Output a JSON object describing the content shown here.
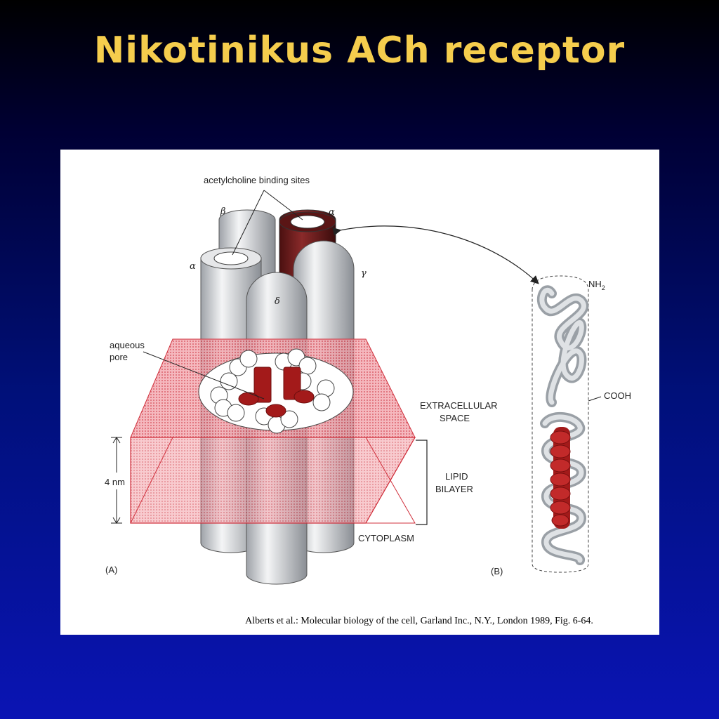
{
  "slide": {
    "title": "Nikotinikus ACh receptor"
  },
  "figure": {
    "colors": {
      "dark_red": "#a31a1a",
      "pink": "#e0404a",
      "brown": "#6b1e1e",
      "grey": "#cfd2d6"
    },
    "panel_a": {
      "label": "(A)",
      "binding_sites": "acetylcholine binding sites",
      "pore": [
        "aqueous",
        "pore"
      ],
      "subunits": {
        "beta": "β",
        "alpha_back": "α",
        "alpha_front": "α",
        "gamma": "γ",
        "delta": "δ"
      },
      "extracellular": [
        "EXTRACELLULAR",
        "SPACE"
      ],
      "lipid": [
        "LIPID",
        "BILAYER"
      ],
      "cytoplasm": "CYTOPLASM",
      "thickness": "4 nm"
    },
    "panel_b": {
      "label": "(B)",
      "nh2": "NH",
      "nh2_sub": "2",
      "cooh": "COOH"
    },
    "caption": "Alberts et al.: Molecular biology of the cell, Garland Inc., N.Y., London 1989, Fig. 6-64."
  }
}
